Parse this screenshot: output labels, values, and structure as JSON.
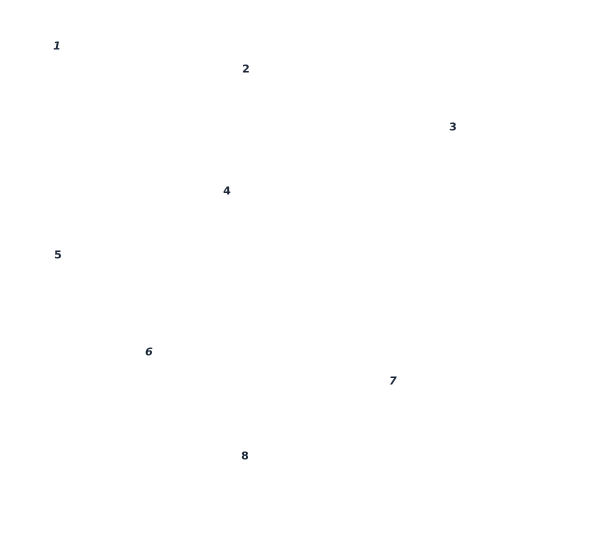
{
  "puzzle": {
    "type": "connect-the-dots",
    "label_color": "#1e293b",
    "background_color": "#ffffff",
    "points": [
      {
        "label": "1"
      },
      {
        "label": "2"
      },
      {
        "label": "3"
      },
      {
        "label": "4"
      },
      {
        "label": "5"
      },
      {
        "label": "6"
      },
      {
        "label": "7"
      },
      {
        "label": "8"
      }
    ]
  }
}
